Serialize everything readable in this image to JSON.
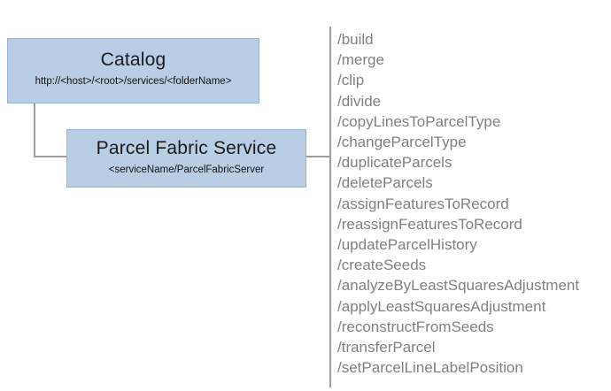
{
  "diagram": {
    "catalog": {
      "title": "Catalog",
      "subtitle": "http://<host>/<root>/services/<folderName>"
    },
    "service": {
      "title": "Parcel Fabric Service",
      "subtitle": "<serviceName/ParcelFabricServer"
    },
    "operations": [
      "/build",
      "/merge",
      "/clip",
      "/divide",
      "/copyLinesToParcelType",
      "/changeParcelType",
      "/duplicateParcels",
      "/deleteParcels",
      "/assignFeaturesToRecord",
      "/reassignFeaturesToRecord",
      "/updateParcelHistory",
      "/createSeeds",
      "/analyzeByLeastSquaresAdjustment",
      "/applyLeastSquaresAdjustment",
      "/reconstructFromSeeds",
      "/transferParcel",
      "/setParcelLineLabelPosition"
    ],
    "colors": {
      "box_fill": "#b9cde5",
      "box_border": "#94b2d2",
      "connector": "#9d9d9d",
      "operation_text": "#808080"
    }
  }
}
